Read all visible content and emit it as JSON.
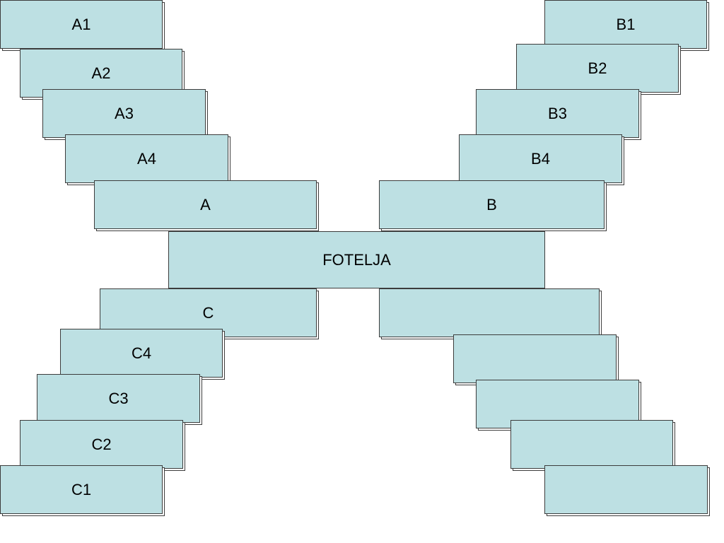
{
  "center": {
    "label": "FOTELJA"
  },
  "left_upper": [
    {
      "label": "A1"
    },
    {
      "label": "A2"
    },
    {
      "label": "A3"
    },
    {
      "label": "A4"
    },
    {
      "label": "A"
    }
  ],
  "right_upper": [
    {
      "label": "B1"
    },
    {
      "label": "B2"
    },
    {
      "label": "B3"
    },
    {
      "label": "B4"
    },
    {
      "label": "B"
    }
  ],
  "left_lower": [
    {
      "label": "C"
    },
    {
      "label": "C4"
    },
    {
      "label": "C3"
    },
    {
      "label": "C2"
    },
    {
      "label": "C1"
    }
  ],
  "right_lower": [
    {
      "label": ""
    },
    {
      "label": ""
    },
    {
      "label": ""
    },
    {
      "label": ""
    },
    {
      "label": ""
    }
  ],
  "colors": {
    "box_fill": "#bde0e3",
    "box_border": "#3c3c3c",
    "background": "#ffffff"
  }
}
